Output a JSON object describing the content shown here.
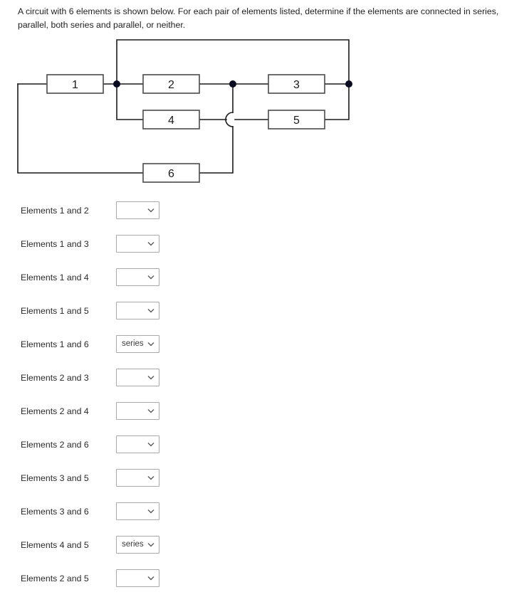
{
  "prompt": {
    "text": "A circuit with 6 elements is shown below. For each pair of elements listed, determine if the elements are connected in series, parallel, both series and parallel, or neither."
  },
  "circuit": {
    "title": "six-element-circuit-diagram",
    "elements": [
      {
        "id": "1",
        "label": "1"
      },
      {
        "id": "2",
        "label": "2"
      },
      {
        "id": "3",
        "label": "3"
      },
      {
        "id": "4",
        "label": "4"
      },
      {
        "id": "5",
        "label": "5"
      },
      {
        "id": "6",
        "label": "6"
      }
    ],
    "junction_dots": 3,
    "wire_color": "#1a1a1a",
    "box_fill": "#ffffff"
  },
  "rows": [
    {
      "label": "Elements 1 and 2",
      "value": ""
    },
    {
      "label": "Elements 1 and 3",
      "value": ""
    },
    {
      "label": "Elements 1 and 4",
      "value": ""
    },
    {
      "label": "Elements 1 and 5",
      "value": ""
    },
    {
      "label": "Elements 1 and 6",
      "value": "series"
    },
    {
      "label": "Elements 2 and 3",
      "value": ""
    },
    {
      "label": "Elements 2 and 4",
      "value": ""
    },
    {
      "label": "Elements 2 and 6",
      "value": ""
    },
    {
      "label": "Elements 3 and 5",
      "value": ""
    },
    {
      "label": "Elements 3 and 6",
      "value": ""
    },
    {
      "label": "Elements 4 and 5",
      "value": "series"
    },
    {
      "label": "Elements 2 and 5",
      "value": ""
    }
  ]
}
